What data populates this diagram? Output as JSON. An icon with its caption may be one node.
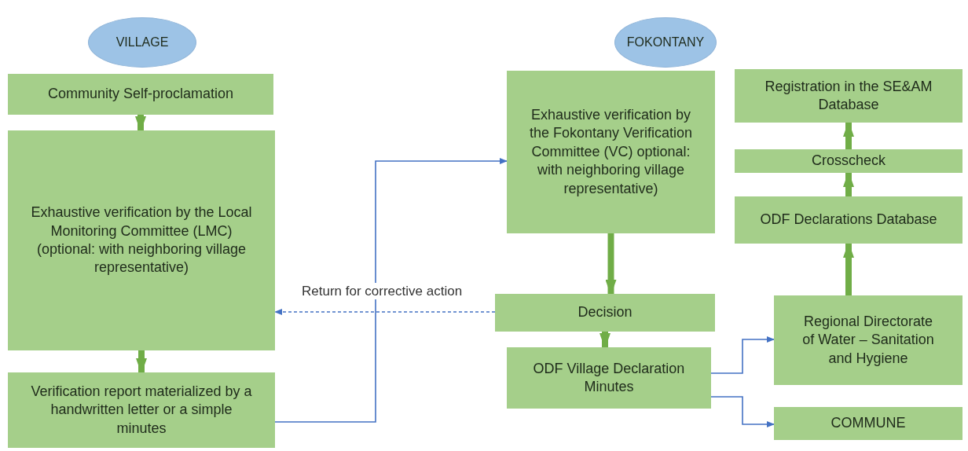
{
  "diagram": {
    "nodes": [
      {
        "text": [
          "VILLAGE"
        ]
      },
      {
        "text": [
          "FOKONTANY"
        ]
      },
      {
        "text": [
          "Community Self-proclamation"
        ]
      },
      {
        "text": [
          "Exhaustive verification by the Local Monitoring Committee (LMC) (optional: with neighboring village representative)"
        ]
      },
      {
        "text": [
          "Verification report materialized by a handwritten letter or a simple minutes"
        ]
      },
      {
        "text": [
          "Exhaustive verification by the Fokontany Verification Committee (VC) optional: with neighboring village representative)"
        ]
      },
      {
        "text": [
          "Decision"
        ]
      },
      {
        "text": [
          "ODF Village Declaration Minutes"
        ]
      },
      {
        "text": [
          "Registration in the SE&AM Database"
        ]
      },
      {
        "text": [
          "Crosscheck"
        ]
      },
      {
        "text": [
          "ODF Declarations Database"
        ]
      },
      {
        "text": [
          "Regional Directorate of Water – Sanitation and  Hygiene"
        ]
      },
      {
        "text": [
          "COMMUNE"
        ]
      }
    ],
    "edges": [
      {
        "from": 2,
        "to": 3,
        "arrow": "to"
      },
      {
        "from": 3,
        "to": 4,
        "arrow": "to"
      },
      {
        "from": 4,
        "to": 5,
        "arrow": "to",
        "color": "#4472c4"
      },
      {
        "from": 6,
        "to": 3,
        "arrow": "to",
        "label": "Return for corrective action",
        "style": "dashed",
        "color": "#4472c4"
      },
      {
        "from": 5,
        "to": 6,
        "arrow": "to"
      },
      {
        "from": 6,
        "to": 7,
        "arrow": "to"
      },
      {
        "from": 7,
        "to": 11,
        "arrow": "to",
        "color": "#4472c4"
      },
      {
        "from": 7,
        "to": 12,
        "arrow": "to",
        "color": "#4472c4"
      },
      {
        "from": 11,
        "to": 10,
        "arrow": "to"
      },
      {
        "from": 10,
        "to": 9,
        "arrow": "to"
      },
      {
        "from": 9,
        "to": 8,
        "arrow": "to"
      }
    ]
  }
}
